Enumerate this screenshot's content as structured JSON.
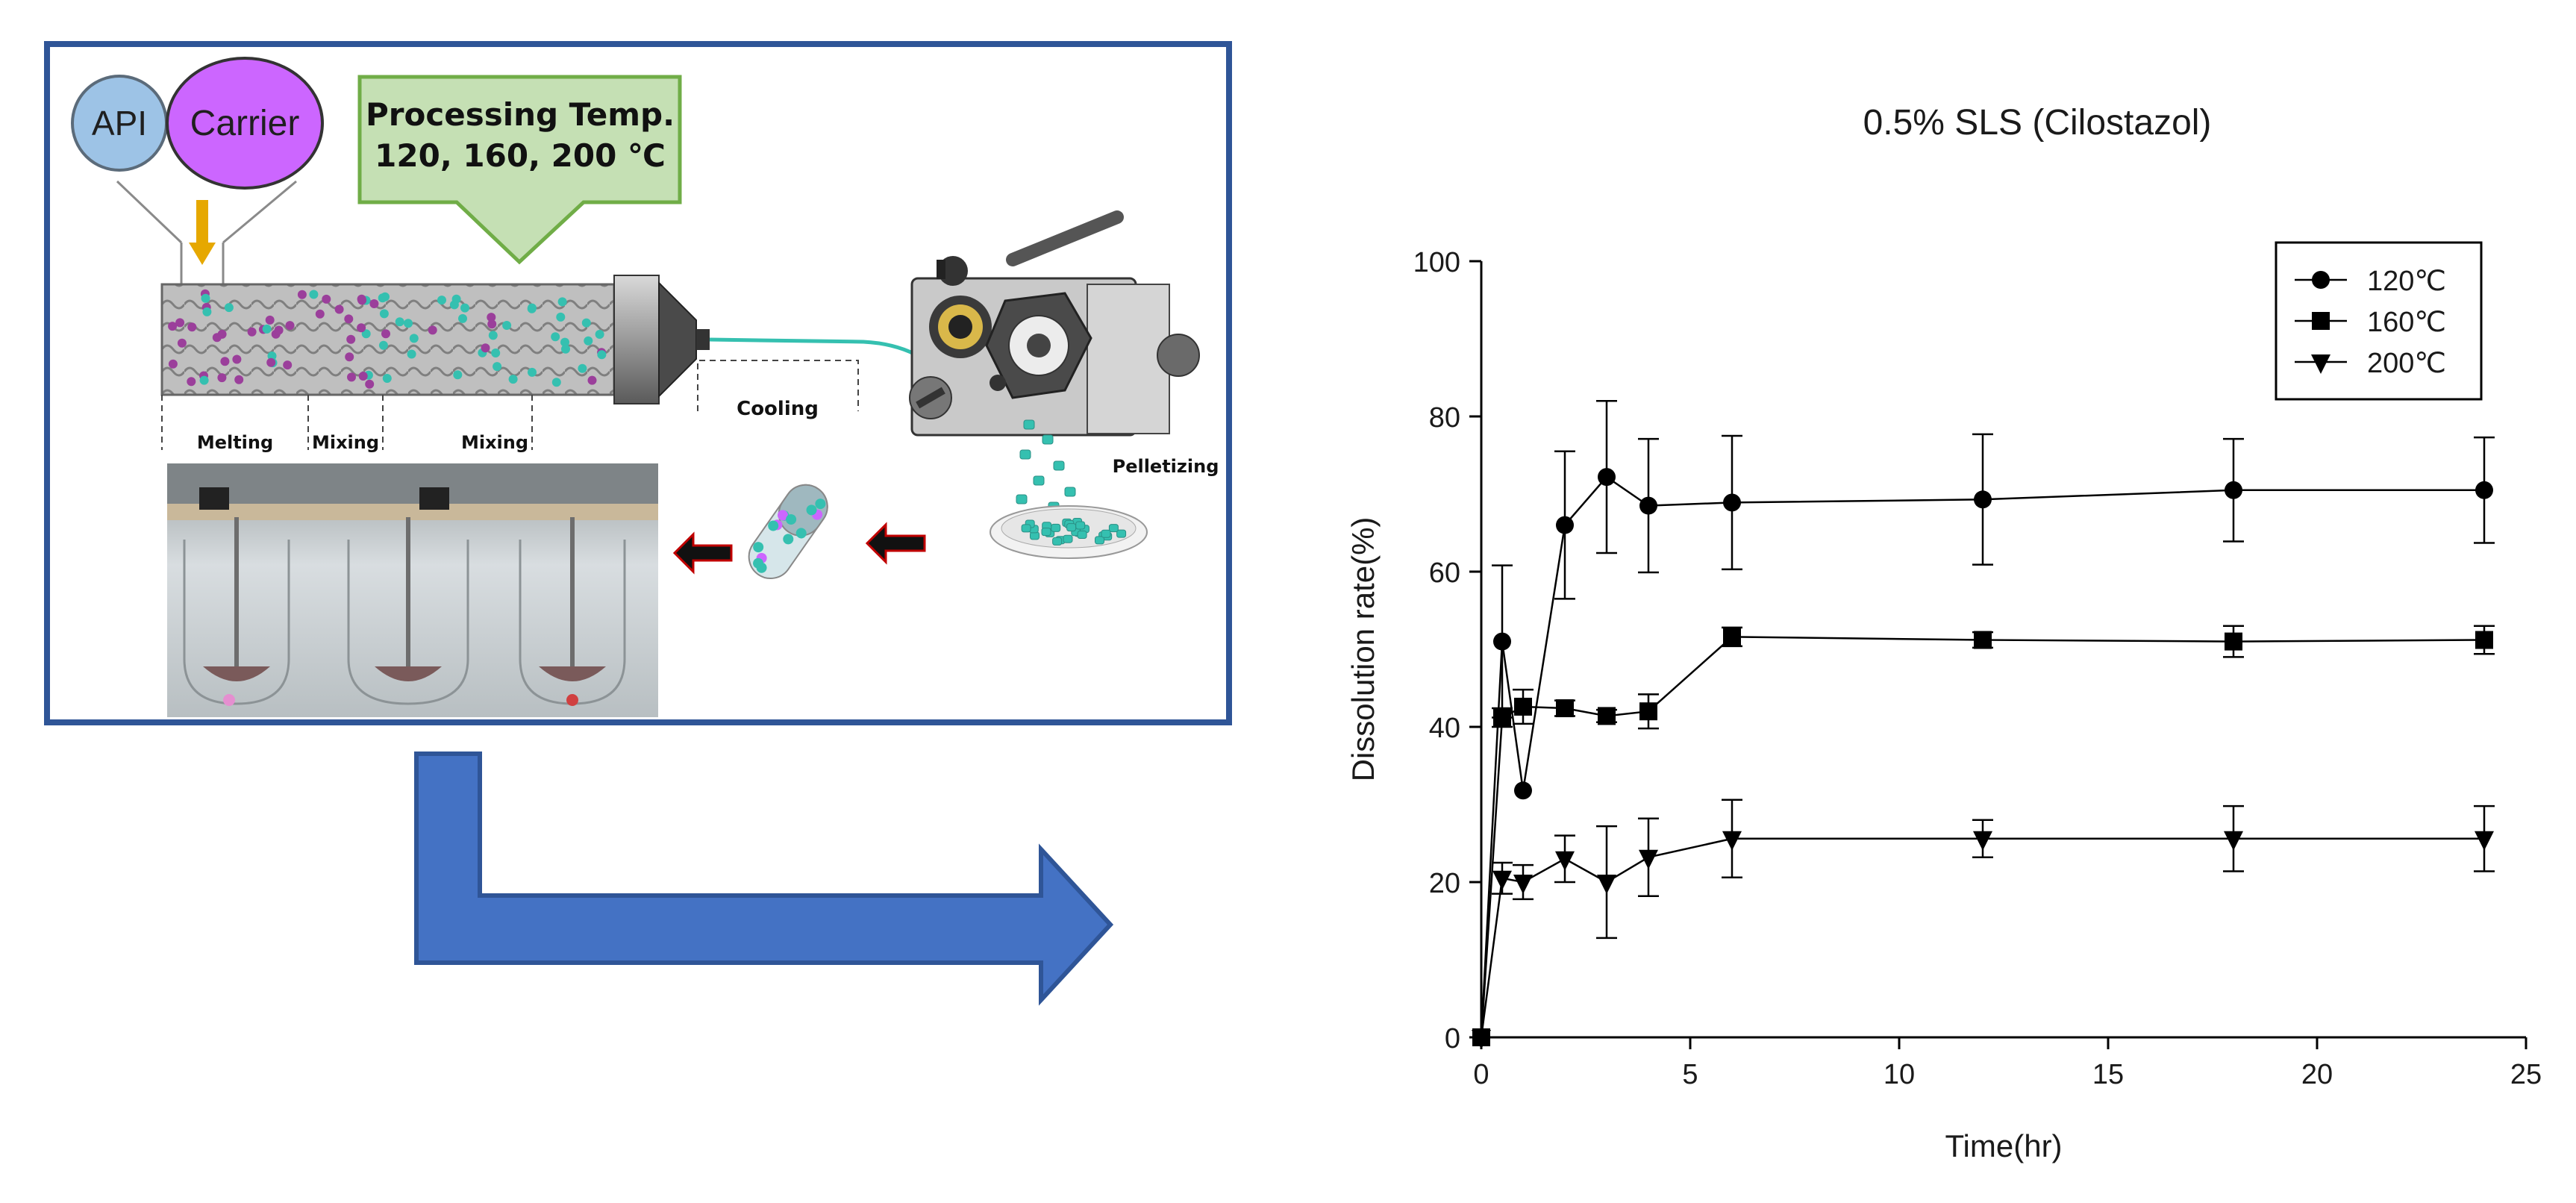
{
  "diagram": {
    "api_label": "API",
    "carrier_label": "Carrier",
    "processing_title": "Processing Temp.",
    "processing_temps": "120, 160, 200 ℃",
    "zones": [
      "Melting",
      "Mixing",
      "Mixing"
    ],
    "cooling_label": "Cooling",
    "pelletizing_label": "Pelletizing",
    "colors": {
      "border": "#2f5597",
      "api": "#9dc3e6",
      "carrier": "#cc66ff",
      "callout": "#c5e0b4",
      "arrow": "#4472c4",
      "filament": "#35c0b0"
    }
  },
  "chart_data": {
    "type": "line",
    "title": "0.5% SLS (Cilostazol)",
    "xlabel": "Time(hr)",
    "ylabel": "Dissolution rate(%)",
    "xlim": [
      0,
      25
    ],
    "ylim": [
      0,
      100
    ],
    "xticks": [
      0,
      5,
      10,
      15,
      20,
      25
    ],
    "yticks": [
      0,
      20,
      40,
      60,
      80,
      100
    ],
    "grid": false,
    "legend_position": "top-right",
    "series": [
      {
        "name": "120℃",
        "marker": "circle",
        "x": [
          0,
          0.5,
          1,
          2,
          3,
          4,
          6,
          12,
          18,
          24
        ],
        "y": [
          0,
          51,
          31.8,
          66,
          72.2,
          68.5,
          68.9,
          69.3,
          70.5,
          70.5
        ],
        "err": [
          0,
          9.8,
          0,
          9.5,
          9.8,
          8.6,
          8.6,
          8.4,
          6.6,
          6.8
        ]
      },
      {
        "name": "160℃",
        "marker": "square",
        "x": [
          0,
          0.5,
          1,
          2,
          3,
          4,
          6,
          12,
          18,
          24
        ],
        "y": [
          0,
          41.2,
          42.6,
          42.4,
          41.4,
          42,
          51.6,
          51.2,
          51,
          51.2
        ],
        "err": [
          0,
          1.2,
          2.2,
          1,
          0.8,
          2.2,
          1.2,
          1,
          2,
          1.8
        ]
      },
      {
        "name": "200℃",
        "marker": "triangle-down",
        "x": [
          0,
          0.5,
          1,
          2,
          3,
          4,
          6,
          12,
          18,
          24
        ],
        "y": [
          0,
          20.5,
          20,
          23,
          20,
          23.2,
          25.6,
          25.6,
          25.6,
          25.6
        ],
        "err": [
          0,
          2,
          2.2,
          3,
          7.2,
          5,
          5,
          2.4,
          4.2,
          4.2
        ]
      }
    ]
  }
}
